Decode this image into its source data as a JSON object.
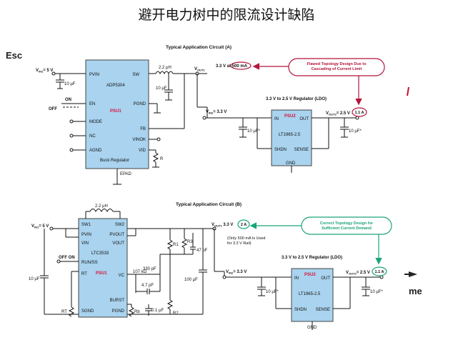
{
  "page_title": "避开电力树中的限流设计缺陷",
  "nav": {
    "esc_label": "Esc",
    "next_label": "me"
  },
  "circuit_a": {
    "heading": "Typical Application Circuit (A)",
    "vin": "V",
    "vin_sub": "IN1",
    "vin_val": "= 5 V",
    "inductor": "2.2 µH",
    "vout": "V",
    "vout_sub": "OUT1",
    "cap_in": "10 µF",
    "cap_out": "10 µF",
    "on_label": "ON",
    "off_label": "OFF",
    "chip": {
      "name": "ADP5304",
      "psu": "PSU1",
      "type": "Buck Regulator",
      "pins_left": [
        "PVIN",
        "EN",
        "MODE",
        "NC",
        "AGND"
      ],
      "pins_right": [
        "SW",
        "PGND",
        "FB",
        "VINOK",
        "VID"
      ],
      "bottom_pin": "EPAD"
    },
    "resistor": "R",
    "rail_note": "3.3 V at 500 mA",
    "callout": "Flawed Topology Design Due to Cascading of Current Limit",
    "ldo": {
      "heading": "3.3 V to 2.5 V Regulator (LDO)",
      "vin": "V",
      "vin_sub": "IN2",
      "vin_val": "= 3.3 V",
      "vout": "V",
      "vout_sub": "OUT2",
      "vout_val": "= 2.5 V",
      "current": "1.1 A",
      "cap_in": "10 µF*",
      "cap_out": "10 µF*",
      "psu": "PSU2",
      "name": "LT1965-2.5",
      "pins_left": [
        "IN",
        "SHDN"
      ],
      "pins_right": [
        "OUT",
        "SENSE"
      ],
      "gnd": "GND"
    }
  },
  "circuit_b": {
    "heading": "Typical Application Circuit (B)",
    "vin": "V",
    "vin_sub": "IN1",
    "vin_val": "= 5 V",
    "inductor": "2.2 µH",
    "vout": "V",
    "vout_sub": "OUT1",
    "vout_val": "3.3 V",
    "current": "2 A",
    "on_label": "ON",
    "off_label": "OFF",
    "cap_in": "10 µF",
    "cap_out": "100 µF",
    "chip": {
      "name": "LTC3533",
      "psu": "PSU1",
      "pins_left": [
        "SW1",
        "PVIN",
        "VIN",
        "RUN/SS",
        "RT",
        "SGND"
      ],
      "pins_right": [
        "SW2",
        "PVOUT",
        "VOUT",
        "VC",
        "BURST",
        "PGND"
      ]
    },
    "r1": "R1",
    "r2": "R2",
    "r3": "R3",
    "rt": "RT",
    "rb": "Rb",
    "c47": "47 pF",
    "c330": "330 pF",
    "r107": "107 kΩ",
    "c47b": "4.7 pF",
    "c01": "0.1 µF",
    "note": "(Only 500 mA Is Used for 3.3 V Rail)",
    "callout": "Correct Topology Design for Sufficient Current Demand",
    "ldo": {
      "heading": "3.3 V to 2.5 V Regulator (LDO)",
      "vin": "V",
      "vin_sub": "IN2",
      "vin_val": "= 3.3 V",
      "vout": "V",
      "vout_sub": "OUT2",
      "vout_val": "= 2.5 V",
      "current": "1.1 A",
      "cap_in": "10 µF*",
      "cap_out": "10 µF*",
      "psu": "PSU2",
      "name": "LT1965-2.5",
      "pins_left": [
        "IN",
        "SHDN"
      ],
      "pins_right": [
        "OUT",
        "SENSE"
      ],
      "gnd": "GND"
    }
  },
  "colors": {
    "chip_fill": "#a9d3ee",
    "wire": "#111111",
    "psu_text": "#d4143c",
    "flawed": "#b5143c",
    "correct": "#1aa37a"
  }
}
